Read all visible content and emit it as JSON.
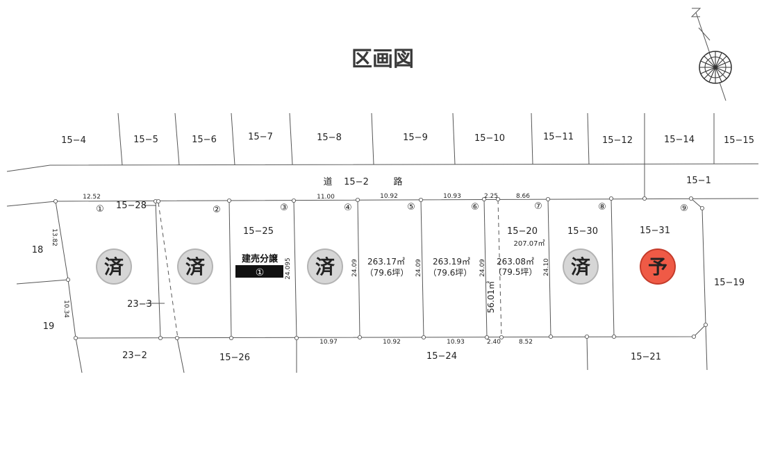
{
  "title": "区画図",
  "north_marker": "N",
  "road": {
    "left": "道",
    "number": "15−2",
    "right": "路"
  },
  "colors": {
    "sold_badge": "#d6d6d6",
    "reserved_badge": "#ef5a46",
    "line": "#555555"
  },
  "north_parcels": [
    "15−4",
    "15−5",
    "15−6",
    "15−7",
    "15−8",
    "15−9",
    "15−10",
    "15−11",
    "15−12",
    "15−14",
    "15−15"
  ],
  "parcel_labels": {
    "p15_1": "15−1",
    "p18": "18",
    "p19": "19",
    "p15_28": "15−28",
    "p15_25": "15−25",
    "p15_20": "15−20",
    "p15_30": "15−30",
    "p15_31": "15−31",
    "p23_3": "23−3",
    "p15_19": "15−19",
    "p23_2": "23−2",
    "p15_26": "15−26",
    "p15_24": "15−24",
    "p15_21": "15−21"
  },
  "lots": [
    "①",
    "②",
    "③",
    "④",
    "⑤",
    "⑥",
    "⑦",
    "⑧",
    "⑨"
  ],
  "top_dims": [
    "12.52",
    "11.00",
    "10.92",
    "10.93",
    "2.25",
    "8.66"
  ],
  "bottom_dims": [
    "10.97",
    "10.92",
    "10.93",
    "2.40",
    "8.52"
  ],
  "side_dims": {
    "d1": "13.82",
    "d2": "10.34",
    "d3": "24.095",
    "d4": "24.09",
    "d5": "24.09",
    "d6": "24.09",
    "d7": "24.10",
    "d8": "56.01㎡"
  },
  "areas": {
    "lot5_sqm": "263.17㎡",
    "lot5_tsubo": "（79.6坪）",
    "lot6_sqm": "263.19㎡",
    "lot6_tsubo": "（79.6坪）",
    "lot7_sqm": "263.08㎡",
    "lot7_tsubo": "（79.5坪）",
    "lot7_extra": "207.07㎡"
  },
  "badges": {
    "sold": "済",
    "reserved": "予"
  },
  "sales_box": {
    "label": "建売分譲",
    "number": "①"
  }
}
